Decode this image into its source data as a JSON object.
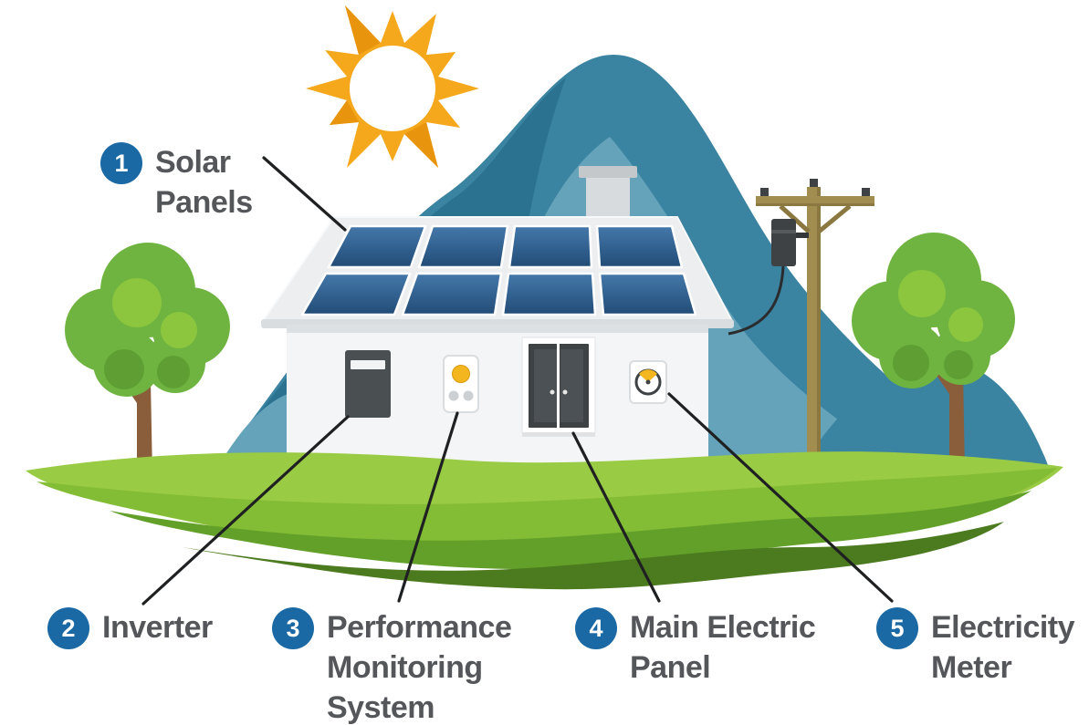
{
  "labels": [
    {
      "number": "1",
      "lines": [
        "Solar",
        "Panels"
      ]
    },
    {
      "number": "2",
      "lines": [
        "Inverter"
      ]
    },
    {
      "number": "3",
      "lines": [
        "Performance",
        "Monitoring",
        "System"
      ]
    },
    {
      "number": "4",
      "lines": [
        "Main Electric",
        "Panel"
      ]
    },
    {
      "number": "5",
      "lines": [
        "Electricity",
        "Meter"
      ]
    }
  ],
  "colors": {
    "background": "#FFFFFF",
    "badge_blue": "#1A69A4",
    "label_text": "#54565A",
    "connector_line": "#1E2021",
    "sun_orange": "#F6A81C",
    "sun_orange_dark": "#E8940C",
    "mountain_teal": "#3A83A1",
    "mountain_teal_dark": "#2B7190",
    "mountain_teal_light": "#64A3BA",
    "roof_gray": "#ECEEEF",
    "house_wall": "#F4F5F6",
    "solar_panel_blue": "#2C5F8E",
    "device_dark": "#4A4F52",
    "door_dark": "#3E4244",
    "dial_yellow": "#F3B61E",
    "pole_brown": "#A08D4F",
    "tree_green": "#6FB440",
    "tree_green_light": "#8CC63F",
    "tree_green_dark": "#5E9E33",
    "trunk_brown": "#8B5E3B",
    "grass_light": "#9ACB44",
    "grass_mid": "#83BC35",
    "grass_dark": "#63A02A",
    "grass_olive": "#4C7A1E"
  }
}
